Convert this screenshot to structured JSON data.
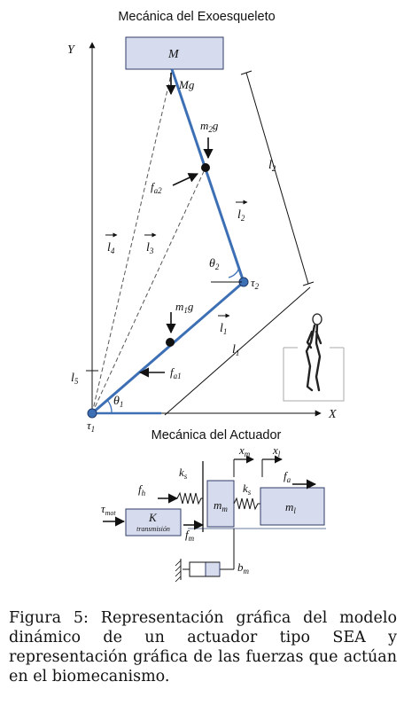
{
  "titles": {
    "exo": "Mecánica del Exoesqueleto",
    "act": "Mecánica del Actuador"
  },
  "axes": {
    "y": "Y",
    "x": "X"
  },
  "exo_labels": {
    "mass": "M",
    "Mg": "Mg",
    "m2g": "m",
    "m2g_sub": "2",
    "m2g_end": "g",
    "m1g": "m",
    "m1g_sub": "1",
    "m1g_end": "g",
    "fa2": "f",
    "fa2_sub": "a2",
    "fa1": "f",
    "fa1_sub": "a1",
    "l1": "l",
    "l1_sub": "1",
    "l2": "l",
    "l2_sub": "2",
    "l3": "l",
    "l3_sub": "3",
    "l4": "l",
    "l4_sub": "4",
    "l5": "l",
    "l5_sub": "5",
    "len1": "l",
    "len1_sub": "1",
    "len2": "l",
    "len2_sub": "2",
    "theta1": "θ",
    "theta1_sub": "1",
    "theta2": "θ",
    "theta2_sub": "2",
    "tau1": "τ",
    "tau1_sub": "1",
    "tau2": "τ",
    "tau2_sub": "2"
  },
  "act_labels": {
    "xm": "x",
    "xm_sub": "m",
    "xl": "x",
    "xl_sub": "l",
    "ks1": "k",
    "ks1_sub": "s",
    "ks2": "k",
    "ks2_sub": "s",
    "fh": "f",
    "fh_sub": "h",
    "fa": "f",
    "fa_sub": "a",
    "fm": "f",
    "fm_sub": "m",
    "tau_mot": "τ",
    "tau_mot_sub": "mot",
    "K": "K",
    "transmision": "transmisión",
    "mm": "m",
    "mm_sub": "m",
    "ml": "m",
    "ml_sub": "l",
    "bm": "b",
    "bm_sub": "m"
  },
  "caption": "Figura 5: Representación gráfica del modelo dinámico de un actuador tipo SEA y representación gráfica de las fuerzas que actúan en el biomecanismo.",
  "colors": {
    "link": "#3d6fb5",
    "box_fill": "#d6dcee",
    "box_stroke": "#2f3b66",
    "text": "#111111"
  }
}
